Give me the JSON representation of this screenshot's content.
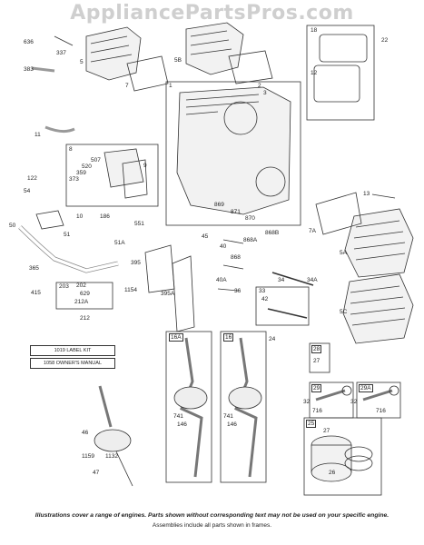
{
  "watermark": "AppliancePartsPros.com",
  "labels": {
    "l636": "636",
    "l337": "337",
    "l5": "5",
    "l5b": "5B",
    "l383": "383",
    "l7": "7",
    "l18": "18",
    "l22": "22",
    "l12": "12",
    "l1": "1",
    "l2": "2",
    "l3": "3",
    "l11": "11",
    "l8": "8",
    "l507": "507",
    "l520": "520",
    "l359": "359",
    "l9": "9",
    "l373": "373",
    "l122": "122",
    "l54": "54",
    "l869": "869",
    "l871": "871",
    "l870": "870",
    "l13": "13",
    "l10": "10",
    "l186": "186",
    "l551": "551",
    "l50": "50",
    "l51": "51",
    "l7a": "7A",
    "l45": "45",
    "l868a": "868A",
    "l868b": "868B",
    "l40": "40",
    "l868": "868",
    "l5a": "5A",
    "l51a": "51A",
    "l395": "395",
    "l34a": "34A",
    "l40a": "40A",
    "l34": "34",
    "l36": "36",
    "l33": "33",
    "l42": "42",
    "l365": "365",
    "l203": "203",
    "l202": "202",
    "l629": "629",
    "l212a": "212A",
    "l415": "415",
    "l212": "212",
    "l1154": "1154",
    "l395a": "395A",
    "l5c": "5C",
    "l16a": "16A",
    "l16": "16",
    "l24": "24",
    "l28": "28",
    "l27": "27",
    "l29": "29",
    "l29a": "29A",
    "l32": "32",
    "l716": "716",
    "l32b": "32",
    "l716b": "716",
    "l741": "741",
    "l146": "146",
    "l741b": "741",
    "l146b": "146",
    "l25": "25",
    "l27b": "27",
    "l26": "26",
    "l46": "46",
    "l1159": "1159",
    "l1132": "1132",
    "l47": "47"
  },
  "kits": {
    "label_kit": "1019 LABEL KIT",
    "owners_manual": "1058 OWNER'S MANUAL"
  },
  "footer": {
    "disclaimer": "Illustrations cover a range of engines. Parts shown without corresponding text may not be used on your specific engine.",
    "note": "Assemblies include all parts shown in frames."
  }
}
